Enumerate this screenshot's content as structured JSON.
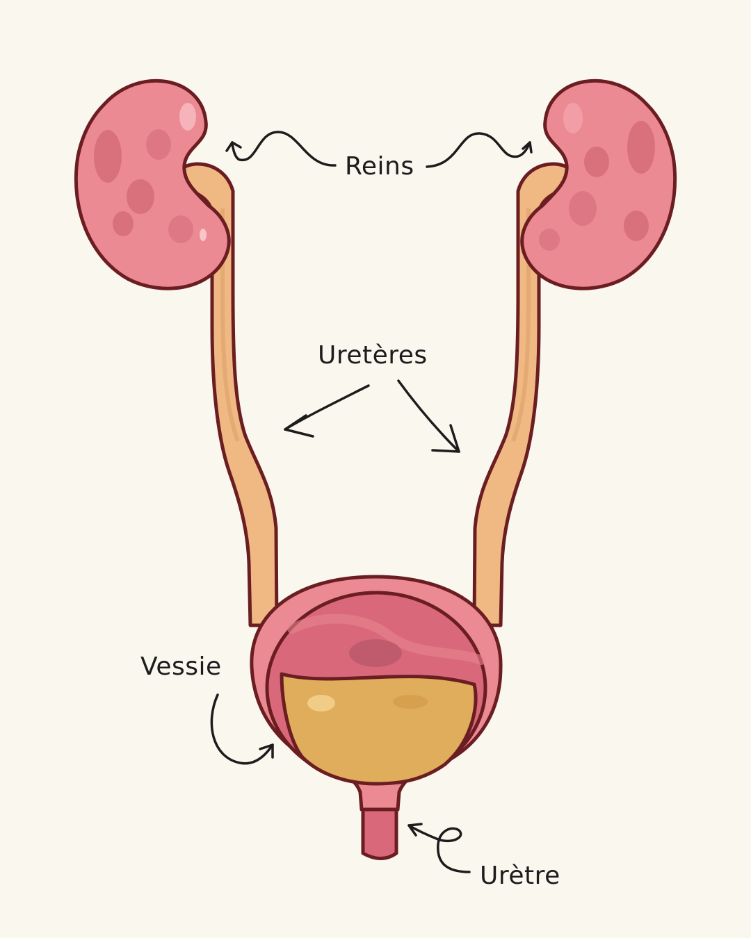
{
  "labels": {
    "kidneys": "Reins",
    "ureters": "Uretères",
    "bladder": "Vessie",
    "urethra": "Urètre"
  },
  "colors": {
    "background": "#faf7ef",
    "outline": "#6b1e22",
    "kidney": "#ec8a93",
    "kidney_spots": "#d46a78",
    "ureter": "#f0b983",
    "bladder_wall": "#ec8a93",
    "bladder_inner": "#d9697a",
    "urine": "#e0ad5c",
    "arrow": "#1c1c1c"
  }
}
